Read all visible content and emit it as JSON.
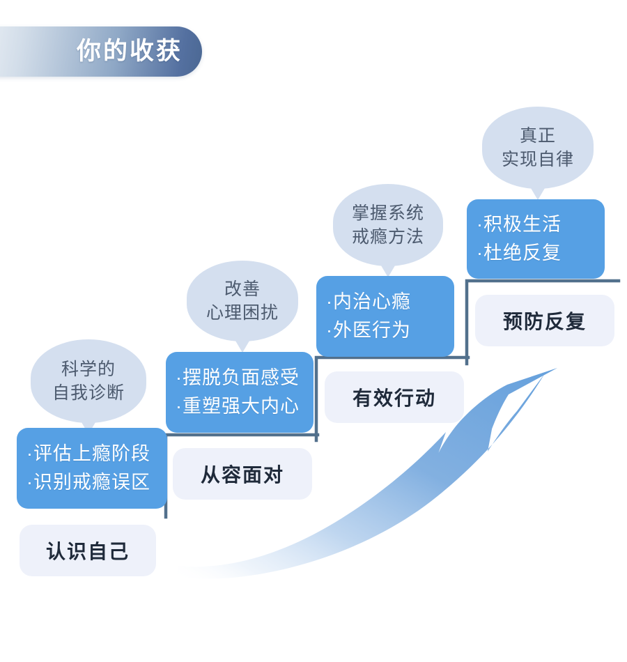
{
  "header": {
    "title": "你的收获",
    "gradient_from": "#eef2f7",
    "gradient_to": "#4b6893"
  },
  "colors": {
    "bubble_fill": "#d4dfef",
    "bubble_text": "#4c5a6e",
    "blue_box_fill": "#56a0e4",
    "blue_box_text": "#ffffff",
    "stage_box_fill": "#eef1fa",
    "stage_box_text": "#1f2a3a",
    "stair_line": "#52708c",
    "arrow_blue": "#6ba3de",
    "background": "#ffffff"
  },
  "steps": [
    {
      "bubble": {
        "line1": "科学的",
        "line2": "自我诊断"
      },
      "blue_box": {
        "line1": "·评估上瘾阶段",
        "line2": "·识别戒瘾误区"
      },
      "stage": "认识自己"
    },
    {
      "bubble": {
        "line1": "改善",
        "line2": "心理困扰"
      },
      "blue_box": {
        "line1": "·摆脱负面感受",
        "line2": "·重塑强大内心"
      },
      "stage": "从容面对"
    },
    {
      "bubble": {
        "line1": "掌握系统",
        "line2": "戒瘾方法"
      },
      "blue_box": {
        "line1": "·内治心瘾",
        "line2": "·外医行为"
      },
      "stage": "有效行动"
    },
    {
      "bubble": {
        "line1": "真正",
        "line2": "实现自律"
      },
      "blue_box": {
        "line1": "·积极生活",
        "line2": "·杜绝反复"
      },
      "stage": "预防反复"
    }
  ],
  "icons": {
    "growth_arrow": "upward-curved-arrow-icon",
    "staircase": "staircase-line-icon"
  }
}
